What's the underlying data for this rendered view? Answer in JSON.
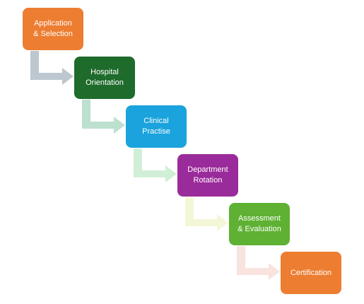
{
  "steps": [
    {
      "label": "Application\n& Selection",
      "color": "#ED7D31"
    },
    {
      "label": "Hospital\nOrientation",
      "color": "#1F6B2B"
    },
    {
      "label": "Clinical\nPractise",
      "color": "#1AA3DC"
    },
    {
      "label": "Department\nRotation",
      "color": "#9A2B9A"
    },
    {
      "label": "Assessment\n& Evaluation",
      "color": "#5EB133"
    },
    {
      "label": "Certification",
      "color": "#ED7D31"
    }
  ],
  "arrow_colors": [
    "#BCC7CF",
    "#BDE0CF",
    "#D1EFD6",
    "#F4F6D8",
    "#F8E3DE"
  ]
}
